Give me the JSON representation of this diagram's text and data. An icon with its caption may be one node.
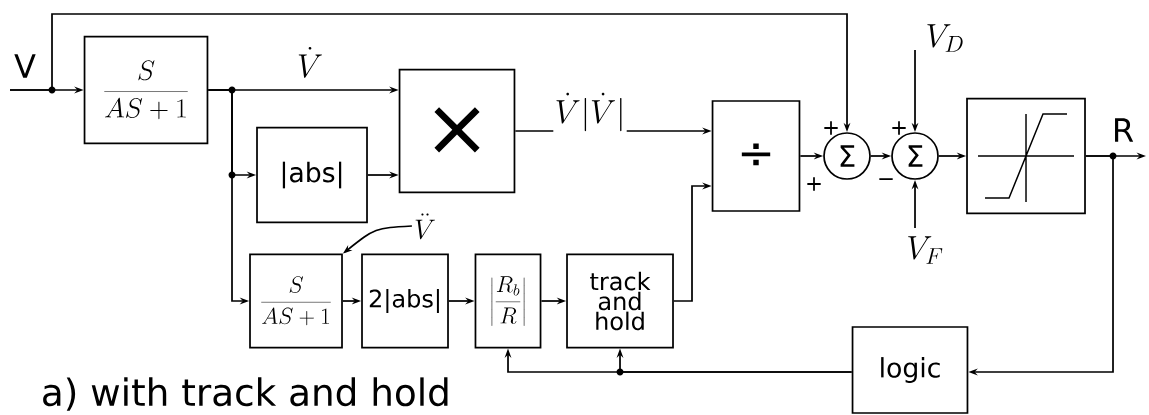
{
  "diagram": {
    "caption": "a) with track and hold",
    "nodes": [
      {
        "text": [
          "\\frac{S}{AS+1}"
        ]
      },
      {
        "text": [
          "|abs|"
        ]
      },
      {
        "text": [
          "×"
        ]
      },
      {
        "text": [
          "÷"
        ]
      },
      {
        "text": [
          "Σ"
        ]
      },
      {
        "text": [
          "Σ"
        ]
      },
      {
        "text": [],
        "shape": "box"
      },
      {
        "text": [
          "\\frac{S}{AS+1}"
        ]
      },
      {
        "text": [
          "2|abs|"
        ]
      },
      {
        "text": [
          "\\left|\\frac{R_b}{R}\\right|"
        ]
      },
      {
        "text": [
          "track and hold"
        ]
      },
      {
        "text": [
          "logic"
        ]
      },
      {
        "text": [
          "\\ddot{V}"
        ]
      }
    ],
    "edges": [
      {
        "from": null,
        "to": 0,
        "arrow": "to",
        "label": "V"
      },
      {
        "from": null,
        "to": 4,
        "arrow": "to"
      },
      {
        "from": 0,
        "to": 2,
        "arrow": "to",
        "label": "\\dot{V}"
      },
      {
        "from": 0,
        "to": 1,
        "arrow": "to"
      },
      {
        "from": 0,
        "to": 7,
        "arrow": "to"
      },
      {
        "from": 1,
        "to": 2,
        "arrow": "to"
      },
      {
        "from": 2,
        "to": 3,
        "arrow": "to",
        "label": "\\dot{V}|\\dot{V}|"
      },
      {
        "from": 3,
        "to": 4,
        "arrow": "to"
      },
      {
        "from": 4,
        "to": 5,
        "arrow": "to"
      },
      {
        "from": null,
        "to": 5,
        "arrow": "to",
        "label": "V_D"
      },
      {
        "from": null,
        "to": 5,
        "arrow": "to",
        "label": "V_F"
      },
      {
        "from": 5,
        "to": 6,
        "arrow": "to"
      },
      {
        "from": 6,
        "to": null,
        "arrow": "to",
        "label": "R"
      },
      {
        "from": 6,
        "to": 11,
        "arrow": "to"
      },
      {
        "from": 7,
        "to": 8,
        "arrow": "to"
      },
      {
        "from": 8,
        "to": 9,
        "arrow": "to"
      },
      {
        "from": 9,
        "to": 10,
        "arrow": "to"
      },
      {
        "from": 10,
        "to": 3,
        "arrow": "to"
      },
      {
        "from": 11,
        "to": 9,
        "arrow": "to"
      },
      {
        "from": 11,
        "to": 10,
        "arrow": "to"
      },
      {
        "from": 12,
        "to": 7,
        "arrow": "to"
      }
    ],
    "labels": [
      "+",
      "+",
      "+",
      "−"
    ]
  }
}
